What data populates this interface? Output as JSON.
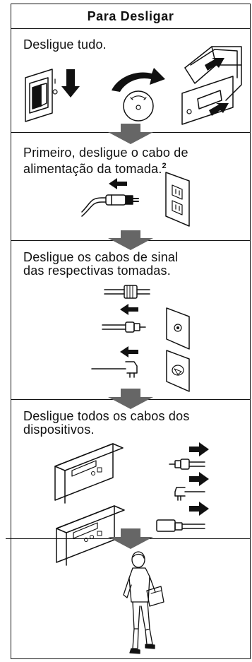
{
  "title": "Para Desligar",
  "steps": [
    {
      "lines": [
        "Desligue tudo."
      ]
    },
    {
      "lines": [
        "Primeiro, desligue o cabo de",
        "alimentação da tomada."
      ],
      "footnote": "2"
    },
    {
      "lines": [
        "Desligue os cabos de sinal",
        "das respectivas tomadas."
      ]
    },
    {
      "lines": [
        "Desligue todos os cabos dos",
        "dispositivos."
      ]
    }
  ],
  "icons": [
    "power-switch-icon",
    "down-arrow-icon",
    "rotary-knob-icon",
    "rotate-arrow-icon",
    "rocker-switch-icon",
    "flow-arrow-icon",
    "power-plug-icon",
    "wall-outlet-icon",
    "signal-cable-icon",
    "coax-jack-icon",
    "phone-jack-icon",
    "device-icon",
    "person-walking-icon"
  ]
}
